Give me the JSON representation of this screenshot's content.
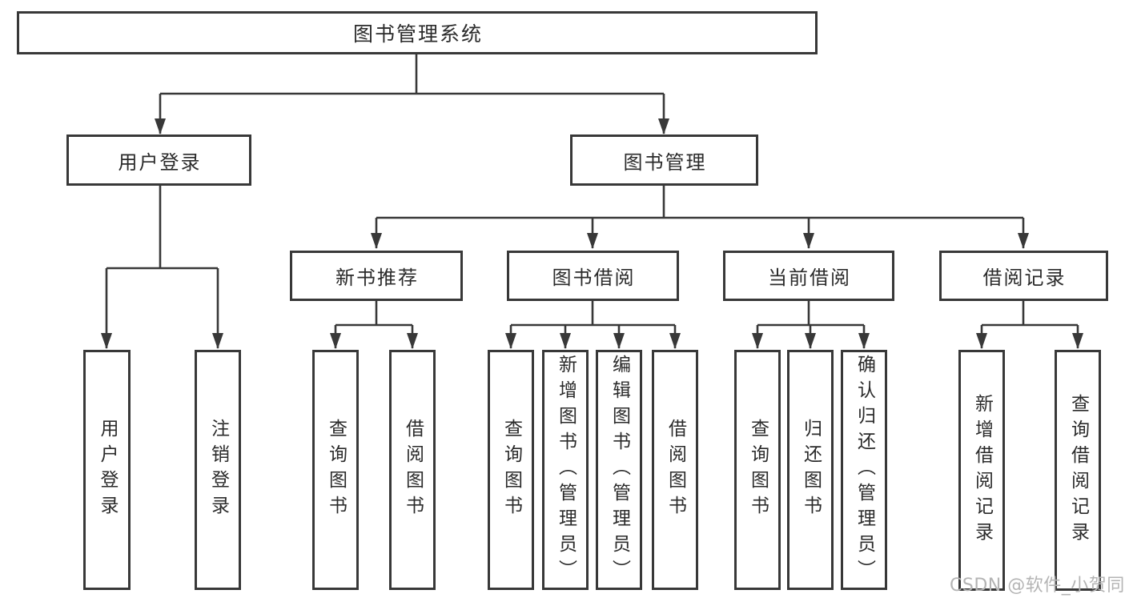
{
  "tree": {
    "root": "图书管理系统",
    "branches": [
      "用户登录",
      "图书管理"
    ],
    "login_children": [
      "用户登录",
      "注销登录"
    ],
    "mgmt_children": [
      "新书推荐",
      "图书借阅",
      "当前借阅",
      "借阅记录"
    ],
    "recommend_children": [
      "查询图书",
      "借阅图书"
    ],
    "borrow_children": [
      "查询图书",
      "新增图书（管理员）",
      "编辑图书（管理员）",
      "借阅图书"
    ],
    "current_children": [
      "查询图书",
      "归还图书",
      "确认归还（管理员）"
    ],
    "record_children": [
      "新增借阅记录",
      "查询借阅记录"
    ]
  },
  "watermark": "CSDN @软件_小贺同学",
  "colors": {
    "line": "#383838",
    "box_border": "#383838",
    "box_background": "#ffffff",
    "text": "#2b2b2b",
    "watermark": "#b4b4b4",
    "page_background": "#ffffff"
  }
}
